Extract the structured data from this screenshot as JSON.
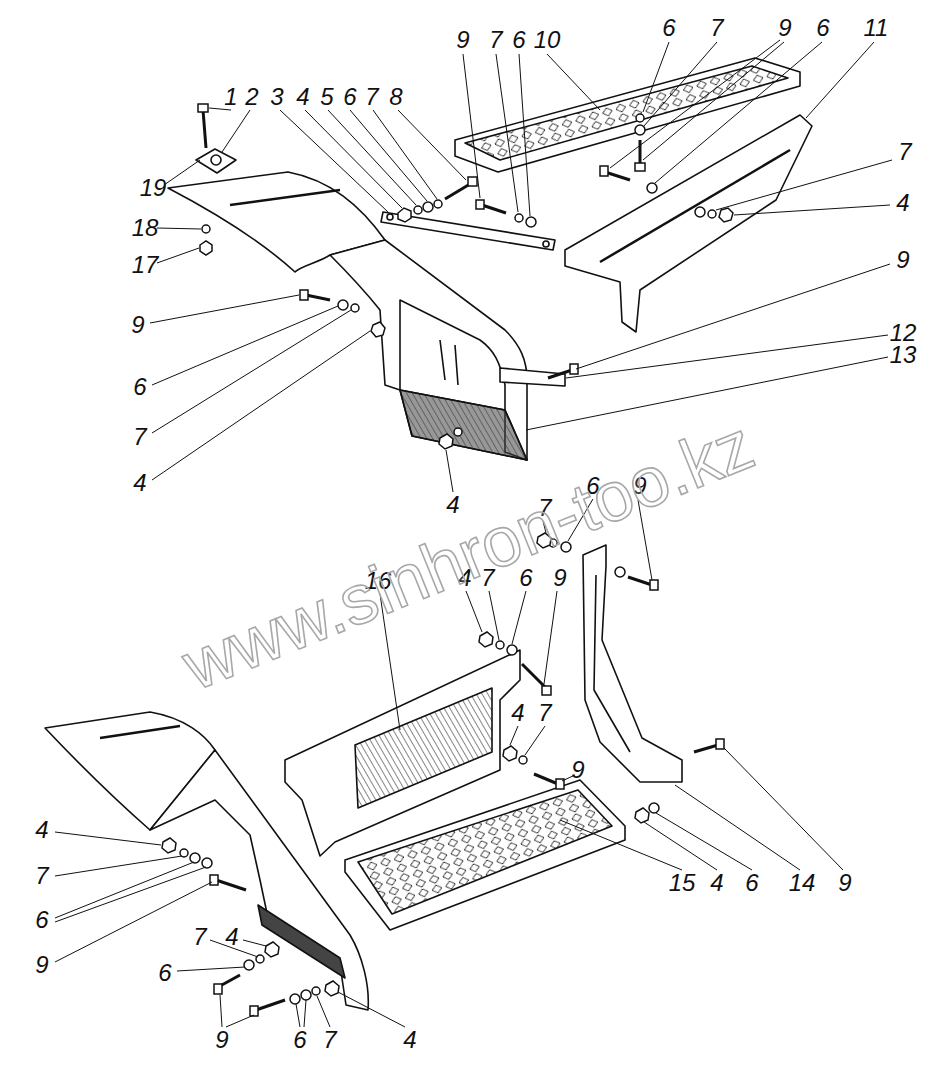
{
  "diagram": {
    "labels": [
      "1",
      "2",
      "3",
      "4",
      "5",
      "6",
      "7",
      "8",
      "9",
      "7",
      "6",
      "10",
      "6",
      "7",
      "9",
      "6",
      "11",
      "19",
      "18",
      "7",
      "17",
      "4",
      "9",
      "9",
      "12",
      "13",
      "6",
      "7",
      "4",
      "6",
      "9",
      "4",
      "7",
      "16",
      "4",
      "7",
      "6",
      "9",
      "4",
      "7",
      "9",
      "4",
      "7",
      "15",
      "4",
      "6",
      "14",
      "9",
      "6",
      "7",
      "4",
      "9",
      "6",
      "9",
      "6",
      "7",
      "4",
      "www.sinhron-too.kz"
    ]
  }
}
